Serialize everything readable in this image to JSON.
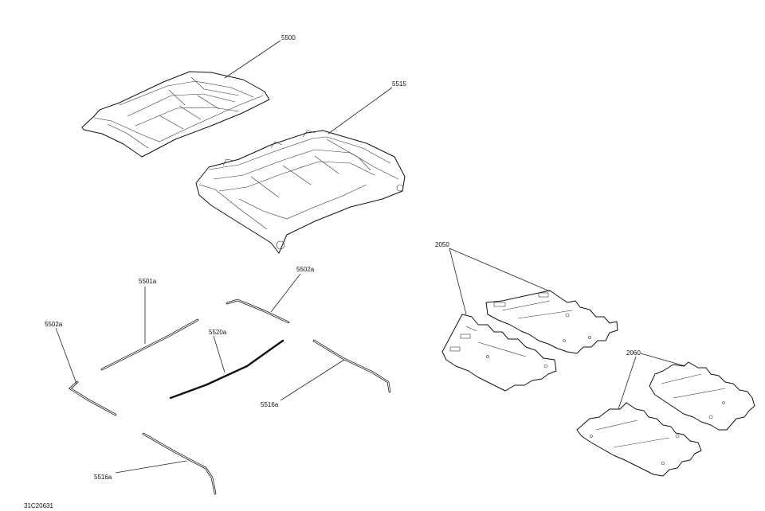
{
  "diagram": {
    "figure_code": "31C20631",
    "callouts": {
      "c5500": "5500",
      "c5515": "5515",
      "c2050": "2050",
      "c2060": "2060",
      "c5501a": "5501a",
      "c5502a_right": "5502a",
      "c5502a_left": "5502a",
      "c5520a": "5520a",
      "c5516a_right": "5516a",
      "c5516a_bottom": "5516a"
    }
  }
}
